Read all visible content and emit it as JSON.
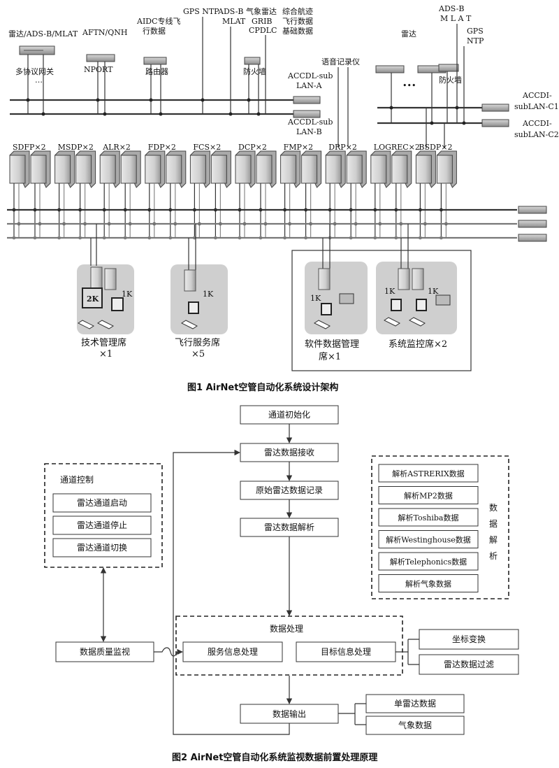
{
  "figure1": {
    "caption": "图1   AirNet空管自动化系统设计架构",
    "top_labels": {
      "radar_adsb_mlat": "雷达/ADS-B/MLAT",
      "multi_gateway": "多协议网关",
      "ellipsis": "…",
      "aftn_qnh": "AFTN/QNH",
      "nport": "NPORT",
      "aidc_line1": "AIDC专线飞",
      "aidc_line2": "行数据",
      "router": "路由器",
      "gps_ntp": "GPS NTP",
      "adsb_line1": "ADS-B",
      "adsb_line2": "MLAT",
      "wx_line1": "气象雷达",
      "wx_line2": "GRIB",
      "wx_line3": "CPDLC",
      "firewall_left": "防火墙",
      "comp_line1": "综合航迹",
      "comp_line2": "飞行数据",
      "comp_line3": "基础数据",
      "voice_recorder": "语音记录仪",
      "accdl_a_line1": "ACCDL-sub",
      "accdl_a_line2": "LAN-A",
      "accdl_b_line1": "ACCDL-sub",
      "accdl_b_line2": "LAN-B",
      "radar_right": "雷达",
      "adsb_r_line1": "ADS-B",
      "adsb_r_line2": "M L A T",
      "gps_r_line1": "GPS",
      "gps_r_line2": "NTP",
      "firewall_right": "防火墙",
      "dots": "•••",
      "accdi_c1_line1": "ACCDI-",
      "accdi_c1_line2": "subLAN-C1",
      "accdi_c2_line1": "ACCDI-",
      "accdi_c2_line2": "subLAN-C2"
    },
    "servers": [
      {
        "label": "SDFP×2"
      },
      {
        "label": "MSDP×2"
      },
      {
        "label": "ALR×2"
      },
      {
        "label": "FDP×2"
      },
      {
        "label": "FCS×2"
      },
      {
        "label": "DCP×2"
      },
      {
        "label": "FMP×2"
      },
      {
        "label": "DRP×2"
      },
      {
        "label": "LOGREC×2"
      },
      {
        "label": "BSDP×2"
      }
    ],
    "workstations": {
      "tech_line1": "技术管理席",
      "tech_line2": "×1",
      "flight_line1": "飞行服务席",
      "flight_line2": "×5",
      "software_line1": "软件数据管理",
      "software_line2": "席×1",
      "monitor_line1": "系统监控席×2",
      "tag_2k": "2K",
      "tag_1k": "1K"
    }
  },
  "figure2": {
    "caption": "图2   AirNet空管自动化系统监视数据前置处理原理",
    "main_flow": {
      "init": "通道初始化",
      "receive": "雷达数据接收",
      "record": "原始雷达数据记录",
      "parse": "雷达数据解析",
      "processing_title": "数据处理",
      "service_info": "服务信息处理",
      "target_info": "目标信息处理",
      "output": "数据输出"
    },
    "channel_control": {
      "title": "通道控制",
      "items": [
        "雷达通道启动",
        "雷达通道停止",
        "雷达通道切换"
      ]
    },
    "data_parsing": {
      "side_label": [
        "数",
        "据",
        "解",
        "析"
      ],
      "items": [
        "解析ASTRERIX数据",
        "解析MP2数据",
        "解析Toshiba数据",
        "解析Westinghouse数据",
        "解析Telephonics数据",
        "解析气象数据"
      ]
    },
    "quality_monitor": "数据质量监视",
    "target_outputs": [
      "坐标变换",
      "雷达数据过滤"
    ],
    "final_outputs": [
      "单雷达数据",
      "气象数据"
    ]
  }
}
